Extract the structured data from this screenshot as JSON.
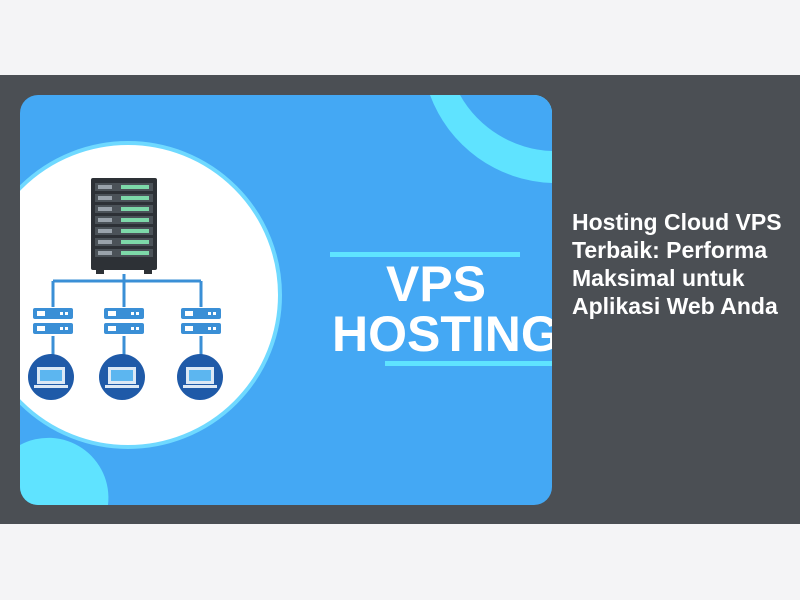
{
  "article": {
    "title": "Hosting Cloud VPS Terbaik: Performa Maksimal untuk Aplikasi Web Anda"
  },
  "hero": {
    "line1": "VPS",
    "line2": "HOSTING",
    "icon": "server-network-illustration"
  },
  "colors": {
    "page_bg": "#f4f4f6",
    "band_bg": "#4b4f54",
    "card_bg": "#44a8f4",
    "accent": "#5fe3ff",
    "text": "#ffffff"
  }
}
